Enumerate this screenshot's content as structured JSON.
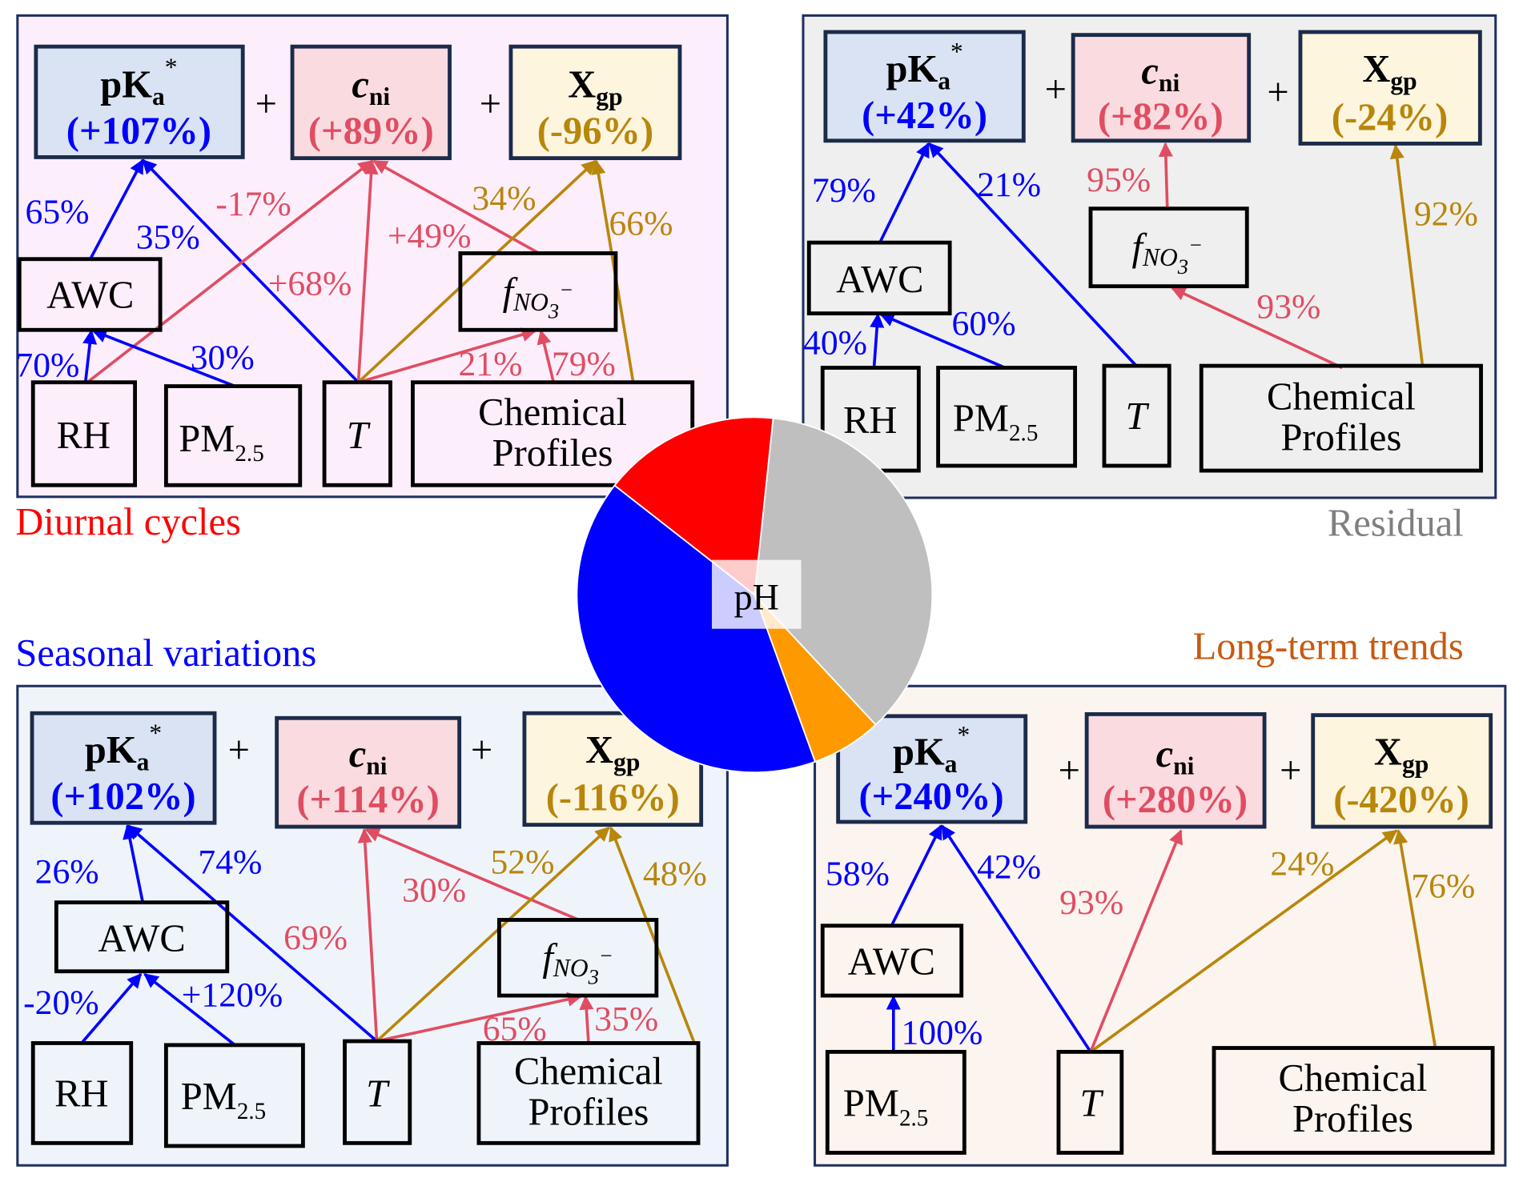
{
  "title": "pH driver decomposition",
  "colors": {
    "pka": "#0000ff",
    "cni": "#e04d62",
    "xgp": "#b8860b",
    "pka_fill": "#dae3f3",
    "cni_fill": "#fadbe0",
    "xgp_fill": "#fdf5de"
  },
  "center": {
    "label": "pH",
    "slices": [
      {
        "name": "Residual",
        "color": "#bfbfbf",
        "share_pct": 36.4
      },
      {
        "name": "Long-term trends",
        "color": "#ff9900",
        "share_pct": 6.4
      },
      {
        "name": "Seasonal variations",
        "color": "#0000ff",
        "share_pct": 41.1
      },
      {
        "name": "Diurnal cycles",
        "color": "#ff0000",
        "share_pct": 16.1
      }
    ]
  },
  "labels": {
    "pka_name": "pK",
    "pka_sub": "a",
    "pka_sup": "*",
    "cni_name": "c",
    "cni_sub": "ni",
    "xgp_name": "X",
    "xgp_sub": "gp",
    "plus": "+",
    "awc": "AWC",
    "rh": "RH",
    "pm": "PM",
    "pm_sub": "2.5",
    "t": "T",
    "chem_line1": "Chemical",
    "chem_line2": "Profiles",
    "fno3_f": "f",
    "fno3_sub": "NO",
    "fno3_sub3": "3",
    "fno3_sup": "−"
  },
  "panels": {
    "diurnal": {
      "caption": "Diurnal cycles",
      "caption_color": "#ff0000",
      "bg": "#fdeefc",
      "pka_value": "(+107%)",
      "cni_value": "(+89%)",
      "xgp_value": "(-96%)",
      "edges": {
        "awc_pka": "65%",
        "t_pka": "35%",
        "rh_cni": "-17%",
        "t_cni": "+68%",
        "fno3_cni": "+49%",
        "t_xgp": "34%",
        "chem_xgp": "66%",
        "rh_awc": "70%",
        "pm_awc": "30%",
        "t_fno3": "21%",
        "chem_fno3": "79%"
      }
    },
    "residual": {
      "caption": "Residual",
      "caption_color": "#7f7f7f",
      "bg": "#efefef",
      "pka_value": "(+42%)",
      "cni_value": "(+82%)",
      "xgp_value": "(-24%)",
      "edges": {
        "awc_pka": "79%",
        "t_pka": "21%",
        "fno3_cni": "95%",
        "chem_xgp": "92%",
        "chem_fno3": "93%",
        "rh_awc": "40%",
        "pm_awc": "60%"
      }
    },
    "seasonal": {
      "caption": "Seasonal variations",
      "caption_color": "#0000ff",
      "bg": "#eff4fa",
      "pka_value": "(+102%)",
      "cni_value": "(+114%)",
      "xgp_value": "(-116%)",
      "edges": {
        "awc_pka": "26%",
        "t_pka": "74%",
        "t_cni": "69%",
        "fno3_cni": "30%",
        "t_xgp": "52%",
        "chem_xgp": "48%",
        "rh_awc": "-20%",
        "pm_awc": "+120%",
        "t_fno3": "65%",
        "chem_fno3": "35%"
      }
    },
    "longterm": {
      "caption": "Long-term trends",
      "caption_color": "#c55a11",
      "bg": "#fcf4ef",
      "pka_value": "(+240%)",
      "cni_value": "(+280%)",
      "xgp_value": "(-420%)",
      "edges": {
        "awc_pka": "58%",
        "t_pka": "42%",
        "t_cni": "93%",
        "t_xgp": "24%",
        "chem_xgp": "76%",
        "pm_awc": "100%"
      }
    }
  }
}
